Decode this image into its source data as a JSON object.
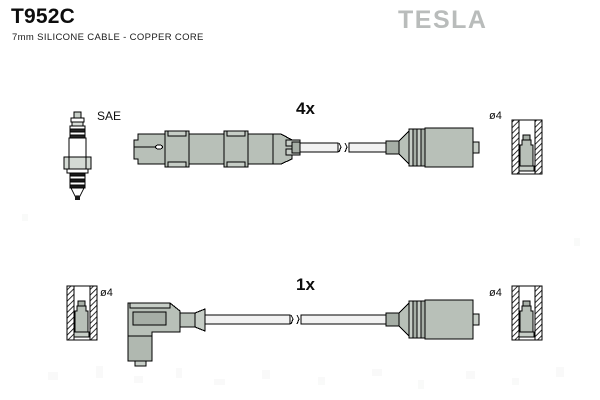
{
  "header": {
    "part_number": "T952C",
    "description": "7mm SILICONE CABLE - COPPER CORE",
    "brand": "TESLA"
  },
  "diagram": {
    "assemblies": [
      {
        "id": "upper-assembly",
        "quantity_label": "4x",
        "plug_reference_label": "SAE",
        "terminal_label": "ø4",
        "left_end": "multi-section-straight-boot",
        "right_end": "ribbed-distributor-cap-connector",
        "cable_break_symbol": true
      },
      {
        "id": "lower-assembly",
        "quantity_label": "1x",
        "terminal_label_left": "ø4",
        "terminal_label_right": "ø4",
        "left_end": "90-degree-angled-boot",
        "right_end": "ribbed-distributor-cap-connector",
        "cable_break_symbol": true
      }
    ],
    "colors": {
      "outline": "#000000",
      "body_fill": "#b8c0b8",
      "body_fill_light": "#c7cec7",
      "body_fill_dark": "#a6aea6",
      "cable_fill": "#f2f2f2",
      "background": "#ffffff",
      "logo_gray": "#b9bcbb"
    }
  }
}
